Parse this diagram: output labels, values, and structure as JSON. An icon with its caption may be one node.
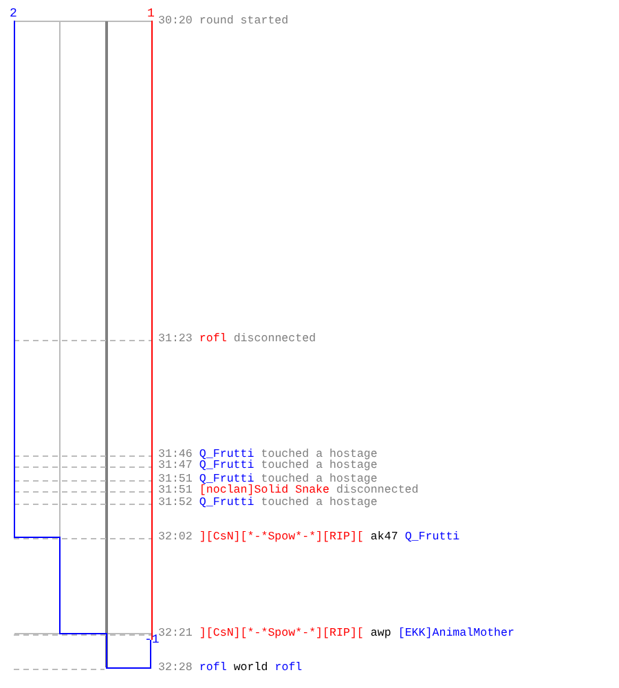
{
  "diagram": {
    "labels": [
      "2",
      "1",
      "30:20",
      "round started",
      "31:23",
      "rofl",
      "disconnected",
      "31:46",
      "Q_Frutti",
      "touched a hostage",
      "31:47",
      "Q_Frutti",
      "touched a hostage",
      "31:51",
      "Q_Frutti",
      "touched a hostage",
      "31:51",
      "[noclan]Solid Snake",
      "disconnected",
      "31:52",
      "Q_Frutti",
      "touched a hostage",
      "32:02",
      "][CsN][*-*Spow*-*][RIP][",
      "ak47",
      "Q_Frutti",
      "-1",
      "32:21",
      "][CsN][*-*Spow*-*][RIP][",
      "awp",
      "[EKK]AnimalMother",
      "32:28",
      "rofl",
      "world",
      "rofl"
    ]
  }
}
